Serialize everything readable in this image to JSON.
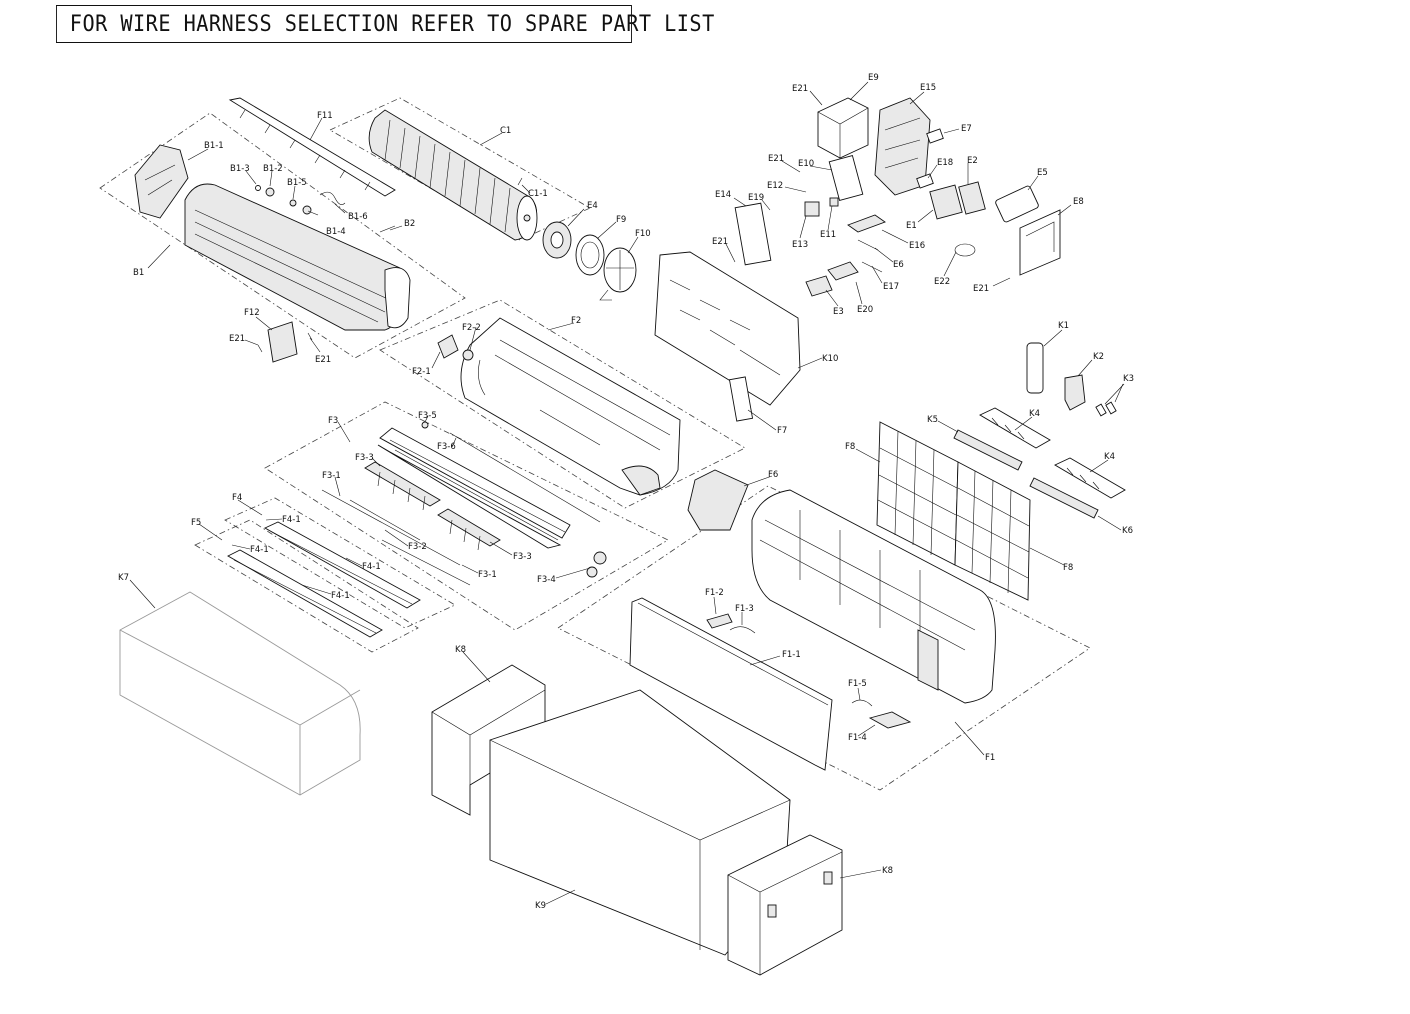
{
  "header": {
    "note": "FOR WIRE HARNESS SELECTION REFER TO SPARE PART LIST"
  },
  "labels": {
    "B1_1": "B1-1",
    "B1_2": "B1-2",
    "B1_3": "B1-3",
    "B1_4": "B1-4",
    "B1_5": "B1-5",
    "B1_6": "B1-6",
    "B1": "B1",
    "B2": "B2",
    "F11": "F11",
    "C1": "C1",
    "C1_1": "C1-1",
    "E4": "E4",
    "F9": "F9",
    "F10": "F10",
    "F12": "F12",
    "E21_a": "E21",
    "E21_b": "E21",
    "E21_c": "E21",
    "E21_d": "E21",
    "E21_e": "E21",
    "E21_f": "E21",
    "E9": "E9",
    "E15": "E15",
    "E7": "E7",
    "E18": "E18",
    "E2": "E2",
    "E5": "E5",
    "E8": "E8",
    "E1": "E1",
    "E10": "E10",
    "E12": "E12",
    "E19": "E19",
    "E14": "E14",
    "E13": "E13",
    "E11": "E11",
    "E16": "E16",
    "E6": "E6",
    "E17": "E17",
    "E22": "E22",
    "E3": "E3",
    "E20": "E20",
    "F2": "F2",
    "F2_1": "F2-1",
    "F2_2": "F2-2",
    "K10": "K10",
    "F7": "F7",
    "F3": "F3",
    "F3_1a": "F3-1",
    "F3_1b": "F3-1",
    "F3_2": "F3-2",
    "F3_3a": "F3-3",
    "F3_3b": "F3-3",
    "F3_4": "F3-4",
    "F3_5": "F3-5",
    "F3_6": "F3-6",
    "F4": "F4",
    "F4_1a": "F4-1",
    "F4_1b": "F4-1",
    "F4_1c": "F4-1",
    "F4_1d": "F4-1",
    "F5": "F5",
    "K1": "K1",
    "K2": "K2",
    "K3": "K3",
    "K4a": "K4",
    "K4b": "K4",
    "K5": "K5",
    "K6": "K6",
    "F8a": "F8",
    "F8b": "F8",
    "F6": "F6",
    "F1": "F1",
    "F1_1": "F1-1",
    "F1_2": "F1-2",
    "F1_3": "F1-3",
    "F1_4": "F1-4",
    "F1_5": "F1-5",
    "K7": "K7",
    "K8a": "K8",
    "K8b": "K8",
    "K9": "K9"
  }
}
